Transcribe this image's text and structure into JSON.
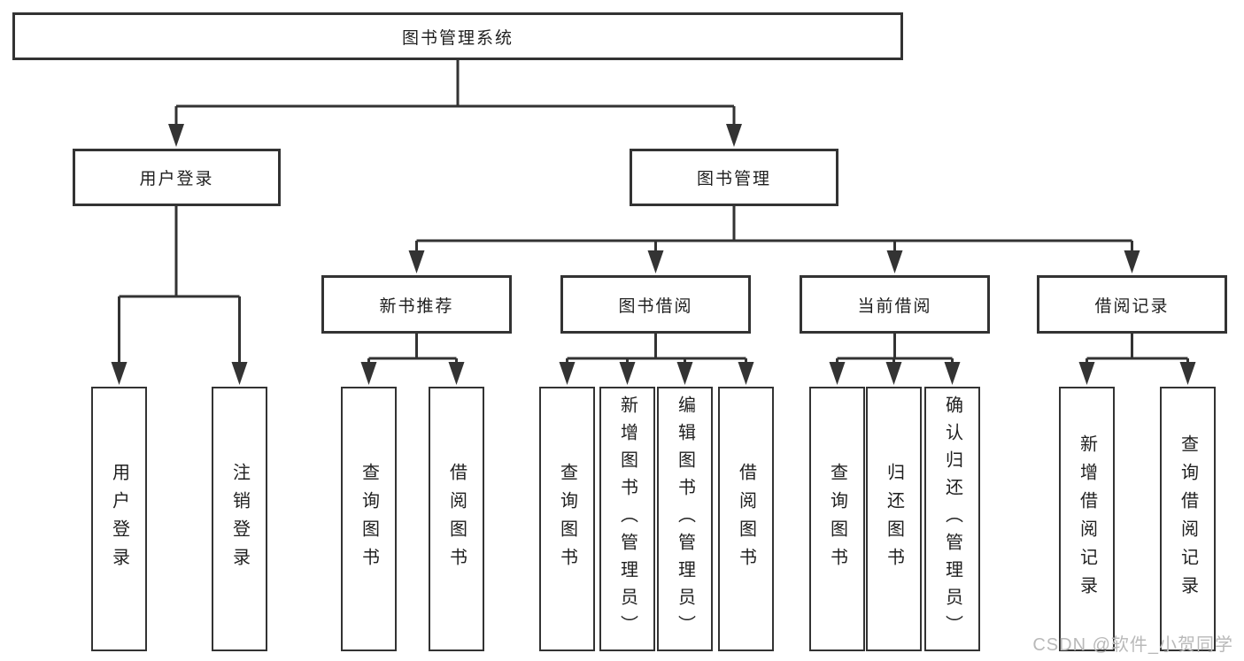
{
  "tree": {
    "label": "图书管理系统",
    "children": [
      {
        "label": "用户登录",
        "children": [
          {
            "label": "用户登录"
          },
          {
            "label": "注销登录"
          }
        ]
      },
      {
        "label": "图书管理",
        "children": [
          {
            "label": "新书推荐",
            "children": [
              {
                "label": "查询图书"
              },
              {
                "label": "借阅图书"
              }
            ]
          },
          {
            "label": "图书借阅",
            "children": [
              {
                "label": "查询图书"
              },
              {
                "label": "新增图书（管理员）"
              },
              {
                "label": "编辑图书（管理员）"
              },
              {
                "label": "借阅图书"
              }
            ]
          },
          {
            "label": "当前借阅",
            "children": [
              {
                "label": "查询图书"
              },
              {
                "label": "归还图书"
              },
              {
                "label": "确认归还（管理员）"
              }
            ]
          },
          {
            "label": "借阅记录",
            "children": [
              {
                "label": "新增借阅记录"
              },
              {
                "label": "查询借阅记录"
              }
            ]
          }
        ]
      }
    ]
  },
  "watermark": "CSDN @软件_小贺同学",
  "colors": {
    "line": "#333333",
    "text": "#1f1f1f",
    "background": "#ffffff",
    "watermark": "#b9b9b9"
  }
}
